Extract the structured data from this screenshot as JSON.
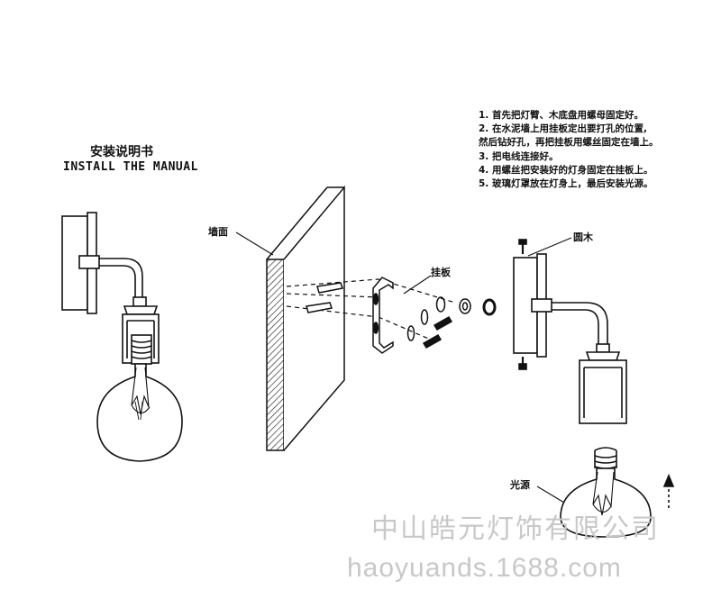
{
  "header": {
    "title_cn": "安装说明书",
    "title_en": "INSTALL THE MANUAL"
  },
  "instructions": [
    "1. 首先把灯臂、木底盘用螺母固定好。",
    "2. 在水泥墙上用挂板定出要打孔的位置,",
    "然后钻好孔，再把挂板用螺丝固定在墙上。",
    "3. 把电线连接好。",
    "4. 用螺丝把安装好的灯身固定在挂板上。",
    "5. 玻璃灯罩放在灯身上，最后安装光源。"
  ],
  "labels": {
    "wall": "墙面",
    "bracket": "挂板",
    "wood_base": "圆木",
    "light_source": "光源"
  },
  "watermark": {
    "company": "中山皓元灯饰有限公司",
    "site": "haoyuands.1688.com"
  }
}
